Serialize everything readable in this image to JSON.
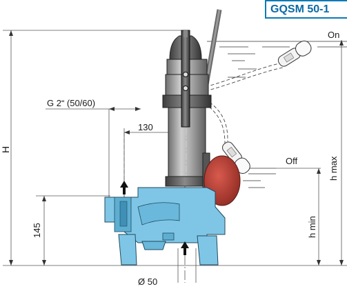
{
  "model": "GQSM 50-1",
  "labels": {
    "on": "On",
    "off": "Off",
    "h_max": "h max",
    "h_min": "h min",
    "H": "H",
    "height_145": "145",
    "dim_130": "130",
    "outlet": "G 2“ (50/60)",
    "diameter": "Ø 50"
  },
  "icons": [
    "liquid-level-wave-icon",
    "float-switch-icon",
    "flow-arrow-up-icon"
  ],
  "colors": {
    "base_blue": "#7fc6e6",
    "float_red": "#b8372e",
    "steel": "#a8a8a8",
    "tag_blue": "#0a6aa6"
  }
}
